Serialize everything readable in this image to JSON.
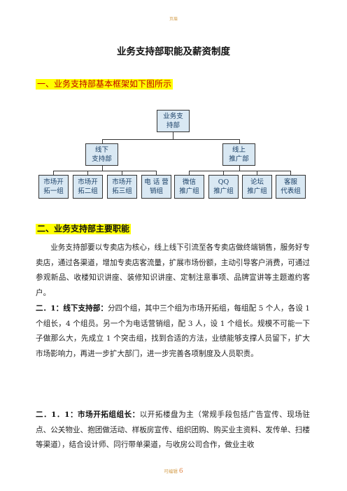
{
  "header_mark": "页眉",
  "title": "业务支持部职能及薪资制度",
  "section1": "一、业务支持部基本框架如下图所示",
  "org": {
    "root": "业务支\n持部",
    "offline": "线下\n支持部",
    "online": "线上\n推广部",
    "units": [
      "市场开\n拓一组",
      "市场开\n拓二组",
      "市场开\n拓三组",
      "电 话 营\n销组",
      "微信\n推广组",
      "QQ\n推广组",
      "论坛\n推广组",
      "客服\n代表组"
    ]
  },
  "section2": "二、业务支持部主要职能",
  "intro": "业务支持部要以专卖店为核心，线上线下引流至各专卖店做终端销售，服务好专卖店，通过各渠道，增加专卖店客流量，扩展市场份额，主动引导客户消费，可通过参观新品、收楼知识讲座、装修知识讲座、定制注意事项、品牌宣讲等主题邀约客户。",
  "p21": {
    "label": "二．1：线下支持部：",
    "text": "分四个组，其中三个组为市场开拓组，每组配 5 个人，各设 1 个组长，4 个组员。另一个为电话营销组，配 3 人，设 1 个组长。规模不可能一下子做那么大，先成立 1 个突击组，找到合适的方法，业绩能够支撑人员留下，扩大市场影响力，再进一步扩大部门，进一步完善各项制度及人员职责。"
  },
  "p211": {
    "label": "二．1．1：市场开拓组组长：",
    "text": "以开拓楼盘为主（常规手段包括广告宣传、现场驻点、公关物业、抱团做活动、样板房宣传、组织团购、购买业主资料、发传单、扫楼等渠道），结合设计师、同行带单渠道，与收房公司合作，做业主收"
  },
  "footer": {
    "label": "可编辑",
    "page": "6"
  }
}
